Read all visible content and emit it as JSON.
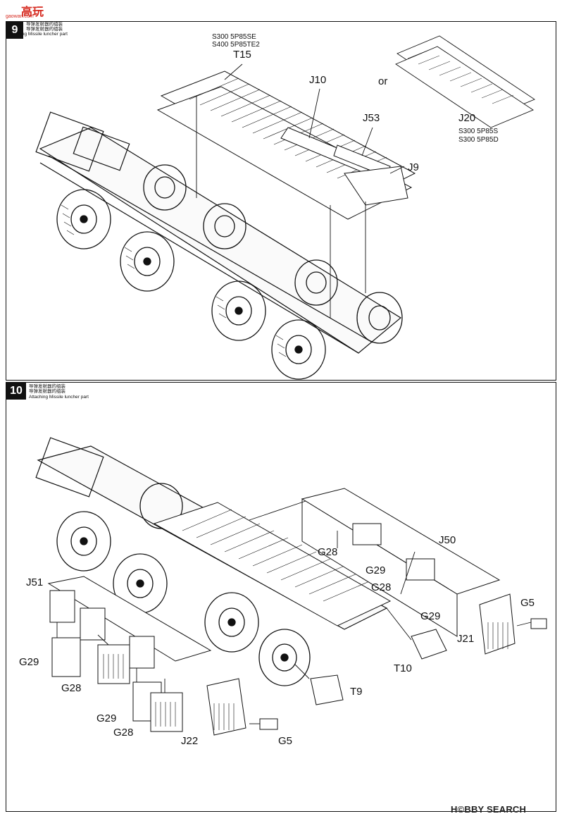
{
  "watermark": {
    "logo": "高玩",
    "sub": "gaowan.com"
  },
  "steps": [
    {
      "number": "9",
      "title_cn": [
        "导弹发射器的组装",
        "导弹发射器的组装"
      ],
      "title_en": "Attaching Missile luncher part",
      "variant_top": [
        "S300  5P85SE",
        "S400  5P85TE2"
      ],
      "or_text": "or",
      "variant_alt": [
        "S300  5P85S",
        "S300  5P85D"
      ],
      "labels": {
        "t15": "T15",
        "j10": "J10",
        "j53": "J53",
        "j9": "J9",
        "j20": "J20"
      }
    },
    {
      "number": "10",
      "title_cn": [
        "导弹发射器的组装",
        "导弹发射器的组装"
      ],
      "title_en": "Attaching Missile luncher part",
      "labels": {
        "j51": "J51",
        "j50": "J50",
        "g28a": "G28",
        "g29a": "G29",
        "g28b": "G28",
        "g29b": "G29",
        "g5a": "G5",
        "j21": "J21",
        "t10": "T10",
        "t9": "T9",
        "g29c": "G29",
        "g28c": "G28",
        "g29d": "G29",
        "g28d": "G28",
        "j22": "J22",
        "g5b": "G5"
      }
    }
  ],
  "footer": "H©BBY SEARCH"
}
